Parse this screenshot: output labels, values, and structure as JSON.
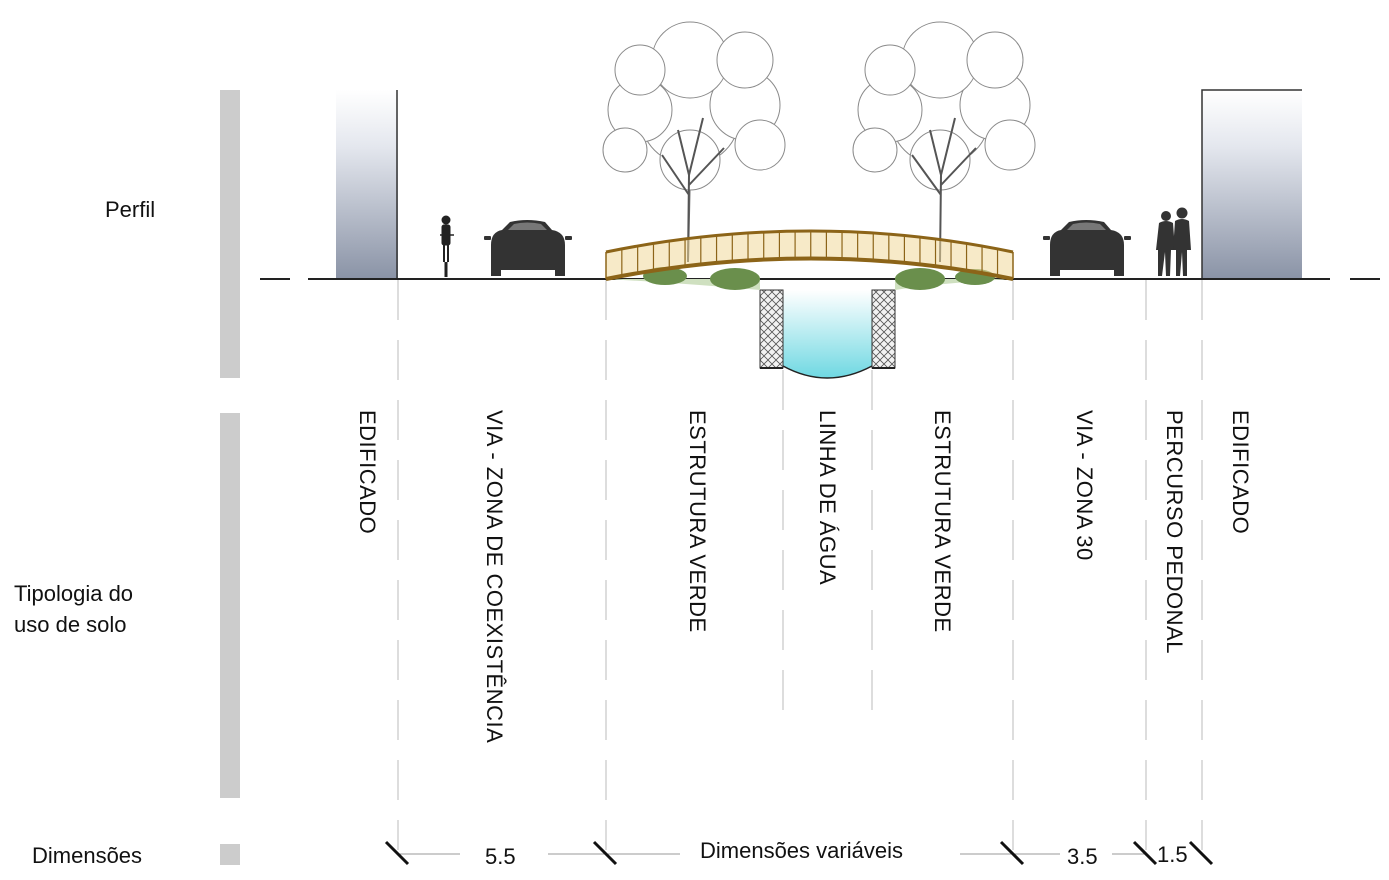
{
  "rows": {
    "perfil": "Perfil",
    "tipologia": [
      "Tipologia do",
      "uso de solo"
    ],
    "dimensoes": "Dimensões"
  },
  "zones": [
    "EDIFICADO",
    "VIA - ZONA DE COEXISTÊNCIA",
    "ESTRUTURA VERDE",
    "LINHA DE ÁGUA",
    "ESTRUTURA VERDE",
    "VIA - ZONA 30",
    "PERCURSO PEDONAL",
    "EDIFICADO"
  ],
  "dimensions": {
    "via_coexistencia": "5.5",
    "central": "Dimensões variáveis",
    "via_zona30": "3.5",
    "percurso": "1.5"
  },
  "colors": {
    "side_bar": "#cccccc",
    "building_top": "#ffffff",
    "building_bottom": "#8a93a6",
    "bridge": "#8c6418",
    "bridge_fill": "#f0d89a",
    "water": "#7fdde6",
    "shrub": "#6a8f4c",
    "vehicle": "#333333"
  }
}
